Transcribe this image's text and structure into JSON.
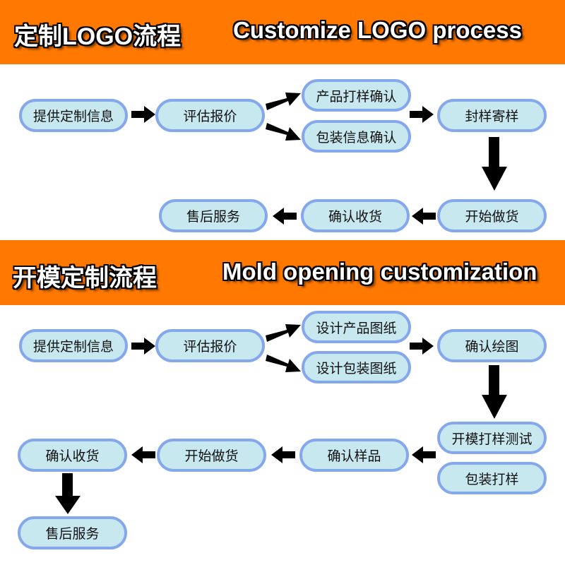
{
  "section1": {
    "title_cn": "定制LOGO流程",
    "title_en": "Customize LOGO process",
    "nodes": {
      "provide_info": "提供定制信息",
      "evaluate_quote": "评估报价",
      "product_sample_confirm": "产品打样确认",
      "packaging_info_confirm": "包装信息确认",
      "seal_send_sample": "封样寄样",
      "start_production": "开始做货",
      "confirm_receipt": "确认收货",
      "after_sales": "售后服务"
    }
  },
  "section2": {
    "title_cn": "开模定制流程",
    "title_en": "Mold opening customization",
    "nodes": {
      "provide_info": "提供定制信息",
      "evaluate_quote": "评估报价",
      "design_product_drawing": "设计产品图纸",
      "design_packaging_drawing": "设计包装图纸",
      "confirm_drawing": "确认绘图",
      "mold_sample_test": "开模打样测试",
      "packaging_sample": "包装打样",
      "confirm_sample": "确认样品",
      "start_production": "开始做货",
      "confirm_receipt": "确认收货",
      "after_sales": "售后服务"
    }
  },
  "colors": {
    "banner": "#ff7800",
    "node_fill": "#c8e8f0",
    "node_border": "#85a8ec",
    "arrow": "#000000"
  }
}
